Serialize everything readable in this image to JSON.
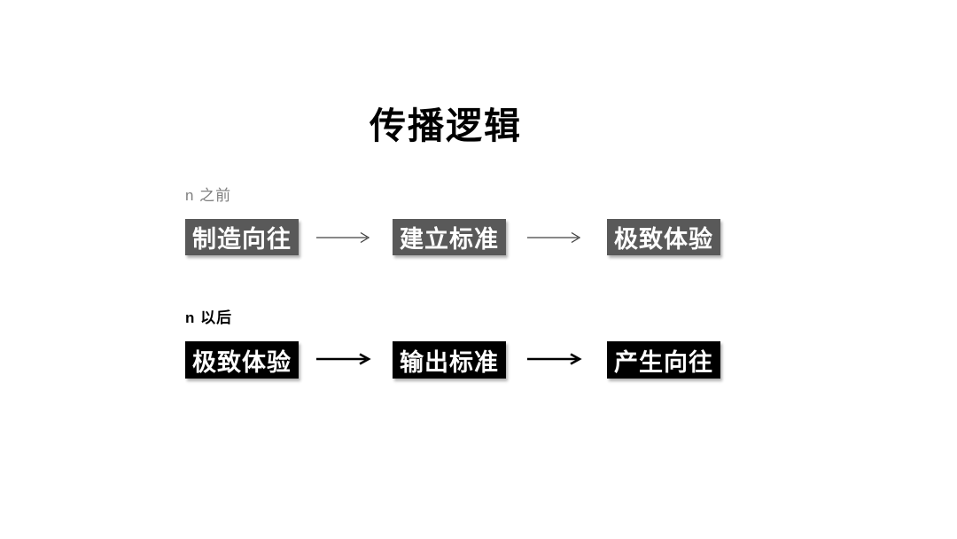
{
  "title": "传播逻辑",
  "rows": [
    {
      "label": "n 之前",
      "style": "gray",
      "boxes": [
        "制造向往",
        "建立标准",
        "极致体验"
      ]
    },
    {
      "label": "n 以后",
      "style": "black",
      "boxes": [
        "极致体验",
        "输出标准",
        "产生向往"
      ]
    }
  ],
  "colors": {
    "grayBox": "#595959",
    "blackBox": "#000000",
    "boxText": "#ffffff",
    "labelGray": "#7f7f7f",
    "labelBlack": "#000000",
    "arrowThin": "#404040",
    "arrowThick": "#000000"
  }
}
